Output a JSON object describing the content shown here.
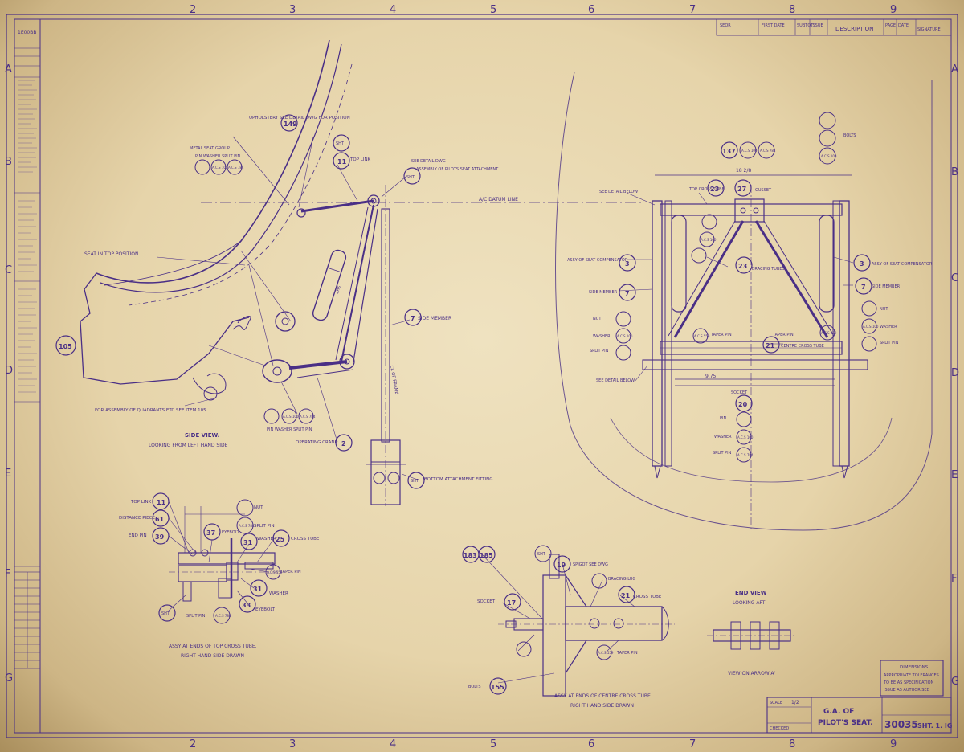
{
  "sheet": {
    "grid_columns": [
      "2",
      "3",
      "4",
      "5",
      "6",
      "7",
      "8",
      "9"
    ],
    "grid_rows": [
      "A",
      "B",
      "C",
      "D",
      "E",
      "F",
      "G"
    ],
    "left_strip_top": "1E00BB",
    "rev_table_headers": [
      "SEQR",
      "FIRST DATE",
      "SUBTOT",
      "ISSUE",
      "DESCRIPTION",
      "PAGE",
      "DATE",
      "SIGNATURE"
    ]
  },
  "views": {
    "side_view_title": "SIDE VIEW.",
    "side_view_subtitle": "LOOKING FROM LEFT HAND SIDE",
    "end_view_title": "END VIEW",
    "end_view_subtitle": "LOOKING AFT",
    "arrow_view_title": "VIEW ON ARROW'A'",
    "assy_top_title": "ASSY AT ENDS OF TOP CROSS TUBE.",
    "assy_top_subtitle": "RIGHT HAND SIDE DRAWN",
    "assy_centre_title": "ASSY AT ENDS OF CENTRE CROSS TUBE.",
    "assy_centre_subtitle": "RIGHT HAND SIDE DRAWN"
  },
  "side_labels": {
    "upholstery": "UPHOLSTERY SEE DETAIL DWG FOR POSITION",
    "seat_in_top": "SEAT IN TOP POSITION",
    "see_detail": "SEE DETAIL DWG",
    "datum": "A/C DATUM LINE",
    "side_member": "SIDE MEMBER",
    "assembly_quadrants": "FOR ASSEMBLY OF QUADRANTS ETC SEE ITEM 105",
    "operating crank": "OPERATING CRANK",
    "bottom_fitting": "BOTTOM ATTACHMENT FITTING",
    "metal_seat": "METAL SEAT GROUP",
    "pin_washer_split": "PIN  WASHER  SPLIT PIN",
    "top_link": "TOP LINK",
    "cl_of_frame": "CL OF FRAME",
    "pilots_seat_attach": "ASSEMBLY OF PILOTS SEAT ATTACHMENT"
  },
  "end_labels": {
    "see_detail_below": "SEE DETAIL BELOW",
    "top_cross_tube": "TOP CROSS TUBE",
    "gusset": "GUSSET",
    "assy_seat_comp": "ASSY OF SEAT COMPENSATOR",
    "side_member": "SIDE MEMBER",
    "nut": "NUT",
    "washer": "WASHER",
    "split_pin": "SPLIT PIN",
    "taper_pin": "TAPER PIN",
    "bracing_tubes": "BRACING TUBES",
    "centre_cross_tube": "CENTRE CROSS TUBE",
    "socket": "SOCKET",
    "pin": "PIN",
    "bolts": "BOLTS",
    "dim_top": "18 2/8",
    "dim_mid": "9.75"
  },
  "assy_labels": {
    "top_link": "TOP LINK",
    "distance_piece": "DISTANCE PIECE",
    "end_pin": "END PIN",
    "eyebolt": "EYEBOLT",
    "cross_tube": "CROSS TUBE",
    "split_pin": "SPLIT PIN",
    "washer": "WASHER",
    "nut": "NUT",
    "taper_pin": "TAPER PIN",
    "socket": "SOCKET",
    "bracing_lug": "BRACING LUG",
    "spigot": "SPIGOT SEE DWG",
    "bolts": "BOLTS"
  },
  "balloons": {
    "b149": "149",
    "b11": "11",
    "b105": "105",
    "b7": "7",
    "b2": "2",
    "b3": "3",
    "b137": "137",
    "b23": "23",
    "b27": "27",
    "b25": "25",
    "b21": "21",
    "b20": "20",
    "b61": "61",
    "b39": "39",
    "b37": "37",
    "b31": "31",
    "b33": "33",
    "b183": "183",
    "b185": "185",
    "b17": "17",
    "b19": "19",
    "b155": "155"
  },
  "refs": {
    "acs_100": "A.C.S 100",
    "acs_784": "A.C.S 784",
    "acs_559": "A.C.S 559",
    "sht": "SHT"
  },
  "stamp": {
    "line1": "DIMENSIONS",
    "line2": "APPROPRIATE TOLERANCES",
    "line3": "TO BE AS SPECIFICATION",
    "line4": "ISSUE AS AUTHORISED"
  },
  "title_block": {
    "scale": "SCALE",
    "scale_value": "1/2",
    "checked": "CHECKED",
    "title_line1": "G.A. OF",
    "title_line2": "PILOT'S SEAT.",
    "drawing_number": "30035",
    "sheet": "SHT. 1. IG"
  }
}
